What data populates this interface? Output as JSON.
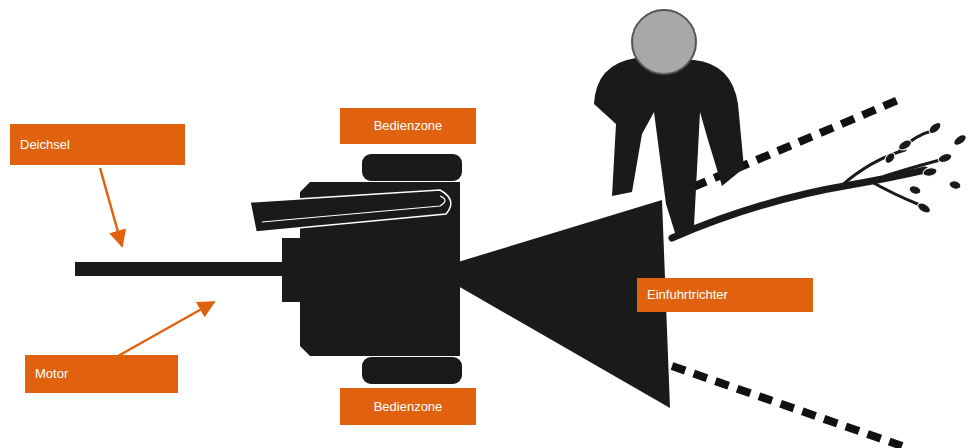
{
  "diagram": {
    "nodes": [
      {
        "text": [
          "Bedienzone"
        ]
      },
      {
        "text": [
          "Deichsel"
        ]
      },
      {
        "text": [
          "Einfuhrtrichter"
        ]
      },
      {
        "text": [
          "Motor"
        ]
      },
      {
        "text": [
          "Bedienzone"
        ]
      }
    ]
  }
}
